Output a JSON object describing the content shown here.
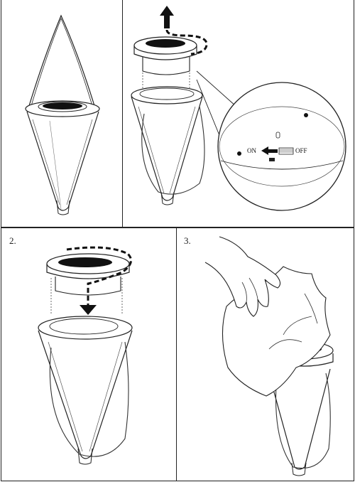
{
  "steps": {
    "step2": "2.",
    "step3": "3."
  },
  "switch": {
    "on_label": "ON",
    "off_label": "OFF"
  }
}
